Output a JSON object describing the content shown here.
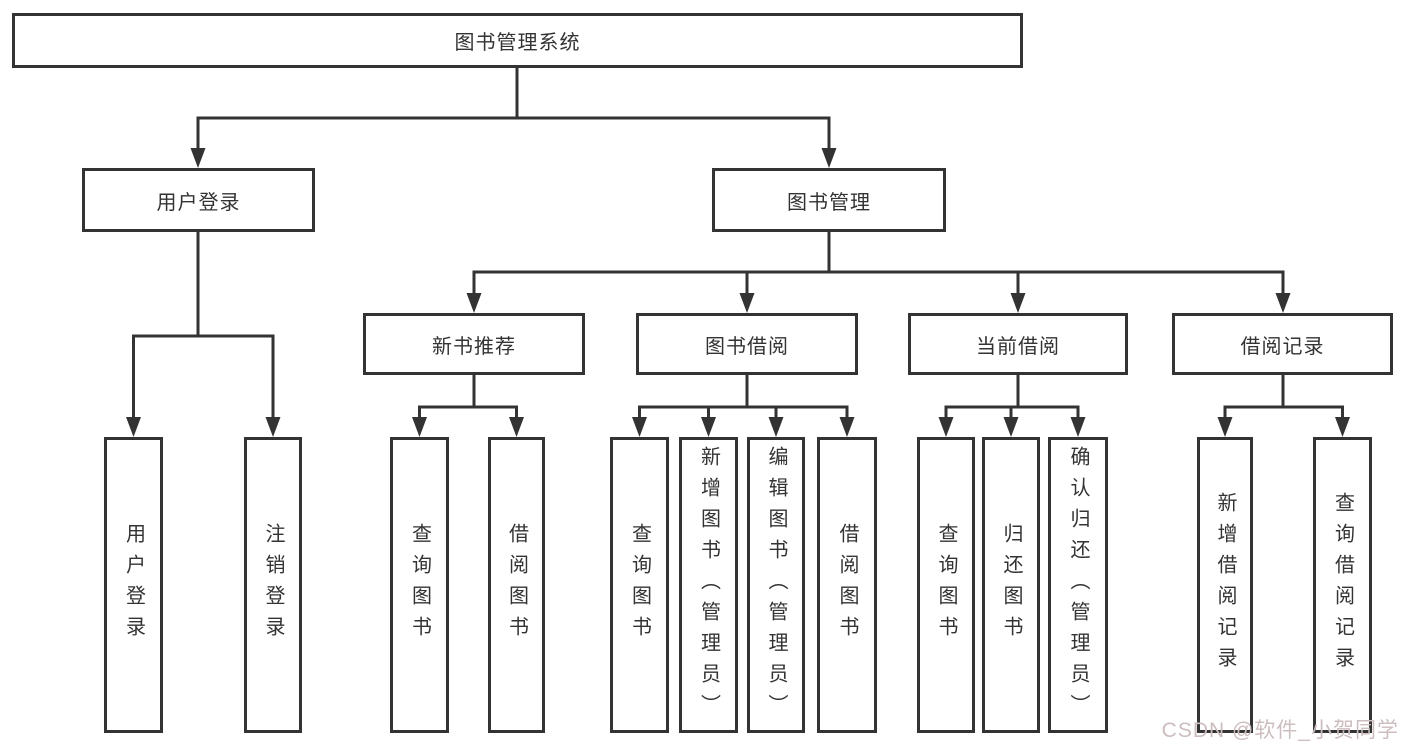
{
  "diagram_title": "图书管理系统",
  "colors": {
    "line": "#333333",
    "box_border": "#333333",
    "background": "#ffffff",
    "watermark": "#ccbdbf"
  },
  "tree": {
    "label": "图书管理系统",
    "children": [
      {
        "label": "用户登录",
        "children": [
          {
            "label": "用户登录"
          },
          {
            "label": "注销登录"
          }
        ]
      },
      {
        "label": "图书管理",
        "children": [
          {
            "label": "新书推荐",
            "children": [
              {
                "label": "查询图书"
              },
              {
                "label": "借阅图书"
              }
            ]
          },
          {
            "label": "图书借阅",
            "children": [
              {
                "label": "查询图书"
              },
              {
                "label": "新增图书（管理员）"
              },
              {
                "label": "编辑图书（管理员）"
              },
              {
                "label": "借阅图书"
              }
            ]
          },
          {
            "label": "当前借阅",
            "children": [
              {
                "label": "查询图书"
              },
              {
                "label": "归还图书"
              },
              {
                "label": "确认归还（管理员）"
              }
            ]
          },
          {
            "label": "借阅记录",
            "children": [
              {
                "label": "新增借阅记录"
              },
              {
                "label": "查询借阅记录"
              }
            ]
          }
        ]
      }
    ]
  },
  "watermark": {
    "text": "CSDN @软件_小贺同学"
  }
}
